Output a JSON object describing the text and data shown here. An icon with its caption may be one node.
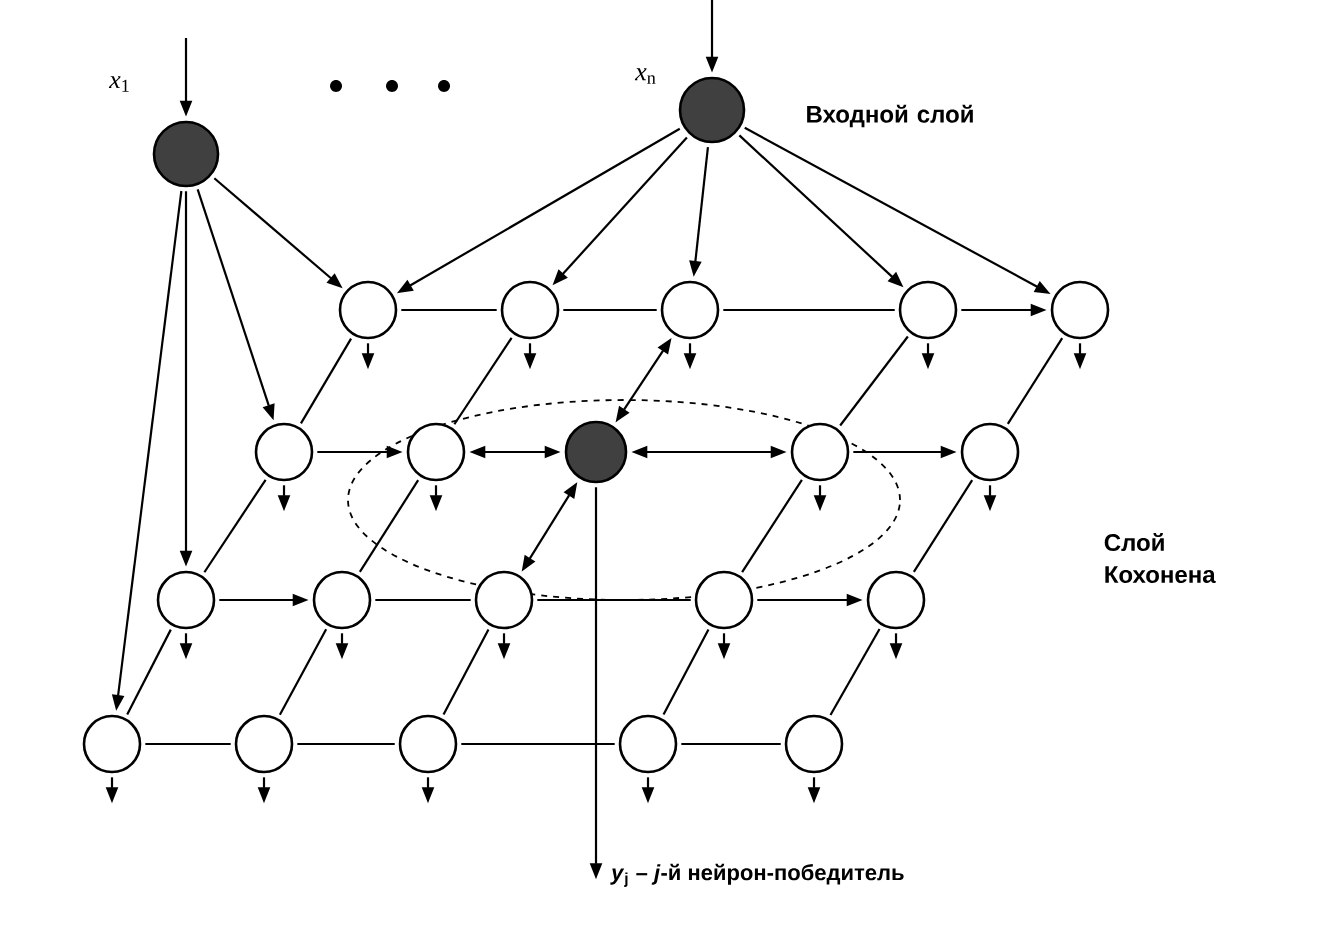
{
  "diagram": {
    "nodes": [
      {
        "text": [],
        "shape": "circle",
        "beside": [
          "*x*$_{1}$"
        ]
      },
      {
        "text": [],
        "shape": "circle",
        "beside": [
          "*x*$_{n}$"
        ]
      },
      {
        "text": [],
        "shape": "circle"
      },
      {
        "text": [],
        "shape": "circle"
      },
      {
        "text": [],
        "shape": "circle"
      },
      {
        "text": [],
        "shape": "circle"
      },
      {
        "text": [],
        "shape": "circle"
      },
      {
        "text": [],
        "shape": "circle"
      },
      {
        "text": [],
        "shape": "circle"
      },
      {
        "text": [],
        "shape": "circle"
      },
      {
        "text": [],
        "shape": "circle"
      },
      {
        "text": [],
        "shape": "circle"
      },
      {
        "text": [],
        "shape": "circle"
      },
      {
        "text": [],
        "shape": "circle"
      },
      {
        "text": [],
        "shape": "circle"
      },
      {
        "text": [],
        "shape": "circle"
      },
      {
        "text": [],
        "shape": "circle"
      },
      {
        "text": [],
        "shape": "circle"
      },
      {
        "text": [],
        "shape": "circle"
      },
      {
        "text": [],
        "shape": "circle"
      },
      {
        "text": [],
        "shape": "circle"
      },
      {
        "text": [],
        "shape": "circle"
      }
    ],
    "edges": [
      {
        "from": null,
        "to": 0,
        "arrow": "to"
      },
      {
        "from": null,
        "to": 1,
        "arrow": "to"
      },
      {
        "from": 0,
        "to": 2,
        "arrow": "to"
      },
      {
        "from": 0,
        "to": 7,
        "arrow": "to"
      },
      {
        "from": 0,
        "to": 12,
        "arrow": "to"
      },
      {
        "from": 0,
        "to": 17,
        "arrow": "to"
      },
      {
        "from": 1,
        "to": 2,
        "arrow": "to"
      },
      {
        "from": 1,
        "to": 3,
        "arrow": "to"
      },
      {
        "from": 1,
        "to": 4,
        "arrow": "to"
      },
      {
        "from": 1,
        "to": 5,
        "arrow": "to"
      },
      {
        "from": 1,
        "to": 6,
        "arrow": "to"
      },
      {
        "from": 2,
        "to": 3,
        "arrow": "none"
      },
      {
        "from": 3,
        "to": 4,
        "arrow": "none"
      },
      {
        "from": 4,
        "to": 5,
        "arrow": "none"
      },
      {
        "from": 5,
        "to": 6,
        "arrow": "to"
      },
      {
        "from": 7,
        "to": 8,
        "arrow": "to"
      },
      {
        "from": 8,
        "to": 9,
        "arrow": "both"
      },
      {
        "from": 9,
        "to": 10,
        "arrow": "both"
      },
      {
        "from": 10,
        "to": 11,
        "arrow": "to"
      },
      {
        "from": 12,
        "to": 13,
        "arrow": "to"
      },
      {
        "from": 13,
        "to": 14,
        "arrow": "none"
      },
      {
        "from": 14,
        "to": 15,
        "arrow": "none"
      },
      {
        "from": 15,
        "to": 16,
        "arrow": "to"
      },
      {
        "from": 17,
        "to": 18,
        "arrow": "none"
      },
      {
        "from": 18,
        "to": 19,
        "arrow": "none"
      },
      {
        "from": 19,
        "to": 20,
        "arrow": "none"
      },
      {
        "from": 20,
        "to": 21,
        "arrow": "none"
      },
      {
        "from": 7,
        "to": 2,
        "arrow": "none"
      },
      {
        "from": 8,
        "to": 3,
        "arrow": "none"
      },
      {
        "from": 9,
        "to": 4,
        "arrow": "both"
      },
      {
        "from": 10,
        "to": 5,
        "arrow": "none"
      },
      {
        "from": 11,
        "to": 6,
        "arrow": "none"
      },
      {
        "from": 12,
        "to": 7,
        "arrow": "none"
      },
      {
        "from": 13,
        "to": 8,
        "arrow": "none"
      },
      {
        "from": 14,
        "to": 9,
        "arrow": "both"
      },
      {
        "from": 15,
        "to": 10,
        "arrow": "none"
      },
      {
        "from": 16,
        "to": 11,
        "arrow": "none"
      },
      {
        "from": 17,
        "to": 12,
        "arrow": "none"
      },
      {
        "from": 18,
        "to": 13,
        "arrow": "none"
      },
      {
        "from": 19,
        "to": 14,
        "arrow": "none"
      },
      {
        "from": 20,
        "to": 15,
        "arrow": "none"
      },
      {
        "from": 21,
        "to": 16,
        "arrow": "none"
      },
      {
        "from": 2,
        "to": null,
        "arrow": "to"
      },
      {
        "from": 3,
        "to": null,
        "arrow": "to"
      },
      {
        "from": 4,
        "to": null,
        "arrow": "to"
      },
      {
        "from": 5,
        "to": null,
        "arrow": "to"
      },
      {
        "from": 6,
        "to": null,
        "arrow": "to"
      },
      {
        "from": 7,
        "to": null,
        "arrow": "to"
      },
      {
        "from": 8,
        "to": null,
        "arrow": "to"
      },
      {
        "from": 9,
        "to": null,
        "arrow": "to",
        "label": "*y*$_{j}$ – *j*-й нейрон-победитель"
      },
      {
        "from": 10,
        "to": null,
        "arrow": "to"
      },
      {
        "from": 11,
        "to": null,
        "arrow": "to"
      },
      {
        "from": 12,
        "to": null,
        "arrow": "to"
      },
      {
        "from": 13,
        "to": null,
        "arrow": "to"
      },
      {
        "from": 14,
        "to": null,
        "arrow": "to"
      },
      {
        "from": 15,
        "to": null,
        "arrow": "to"
      },
      {
        "from": 16,
        "to": null,
        "arrow": "to"
      },
      {
        "from": 17,
        "to": null,
        "arrow": "to"
      },
      {
        "from": 18,
        "to": null,
        "arrow": "to"
      },
      {
        "from": 19,
        "to": null,
        "arrow": "to"
      },
      {
        "from": 20,
        "to": null,
        "arrow": "to"
      },
      {
        "from": 21,
        "to": null,
        "arrow": "to"
      }
    ],
    "labels": [
      "Входной слой",
      "Слой Кохонена"
    ]
  }
}
